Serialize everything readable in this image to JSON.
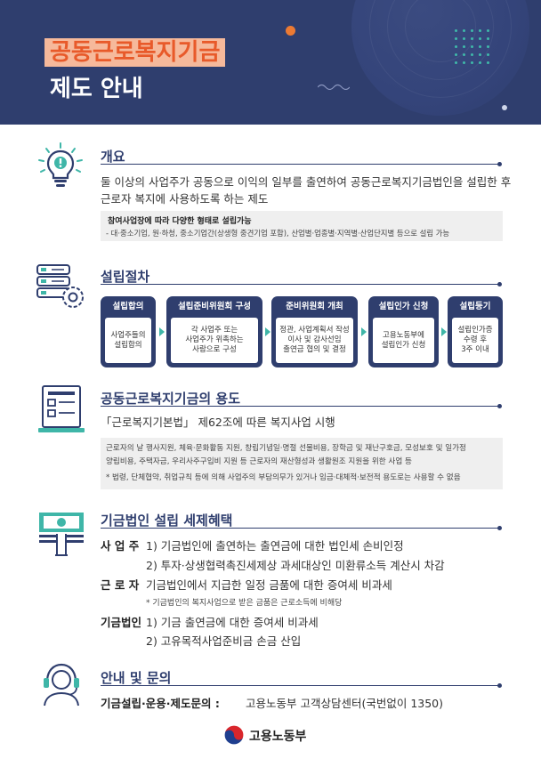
{
  "header": {
    "title_line1": "공동근로복지기금",
    "title_line2": "제도 안내"
  },
  "overview": {
    "title": "개요",
    "text_line1": "둘 이상의 사업주가 공동으로 이익의 일부를 출연하여 공동근로복지기금법인을 설립한 후",
    "text_line2": "근로자 복지에 사용하도록 하는 제도",
    "box_title": "참여사업장에 따라 다양한 형태로 설립가능",
    "box_text": "- 대·중소기업, 원·하청, 중소기업간(상생형 중견기업 포함), 산업별·업종별·지역별·산업단지별 등으로 설립 가능"
  },
  "procedure": {
    "title": "설립절차",
    "steps": [
      {
        "head": "설립합의",
        "body": "사업주들의\n설립합의"
      },
      {
        "head": "설립준비위원회 구성",
        "body": "각 사업주 또는\n사업주가 위촉하는\n사람으로 구성"
      },
      {
        "head": "준비위원회 개최",
        "body": "정관, 사업계획서 작성\n이사 및 감사선임\n출연금 협의 및 결정"
      },
      {
        "head": "설립인가 신청",
        "body": "고용노동부에\n설립인가 신청"
      },
      {
        "head": "설립등기",
        "body": "설립인가증\n수령 후\n3주 이내"
      }
    ]
  },
  "usage": {
    "title": "공동근로복지기금의 용도",
    "subtitle": "「근로복지기본법」 제62조에 따른 복지사업 시행",
    "box_line1": "근로자의 날 행사지원, 체육·문화활동 지원, 창립기념일·명절 선물비용, 장학금 및 재난구호금, 모성보호 및 일가정",
    "box_line2": "양립비용, 주택자금, 우리사주구입비 지원 등 근로자의 재산형성과 생활원조 지원을 위한 사업 등",
    "box_note": "* 법령, 단체협약, 취업규칙 등에 의해 사업주의 부담의무가 있거나 임금·대체적·보전적 용도로는 사용할 수 없음"
  },
  "tax": {
    "title": "기금법인 설립 세제혜택",
    "employer_label": "사 업 주",
    "employer_item1": "1) 기금법인에 출연하는 출연금에 대한 법인세 손비인정",
    "employer_item2": "2) 투자·상생협력촉진세제상 과세대상인 미환류소득 계산시 차감",
    "worker_label": "근 로 자",
    "worker_item": "기금법인에서 지급한 일정 금품에 대한 증여세 비과세",
    "worker_note": "* 기금법인의 복지사업으로 받은 금품은 근로소득에 비해당",
    "fund_label": "기금법인",
    "fund_item1": "1) 기금 출연금에 대한 증여세 비과세",
    "fund_item2": "2) 고유목적사업준비금 손금 산입"
  },
  "contact": {
    "title": "안내 및 문의",
    "label": "기금설립·운용·제도문의 :",
    "value": "고용노동부 고객상담센터(국번없이 1350)"
  },
  "footer": {
    "ministry": "고용노동부"
  },
  "colors": {
    "navy": "#2f3e6e",
    "orange": "#e85a2a",
    "teal": "#3fb6a8",
    "highlight": "#f6b99b"
  }
}
